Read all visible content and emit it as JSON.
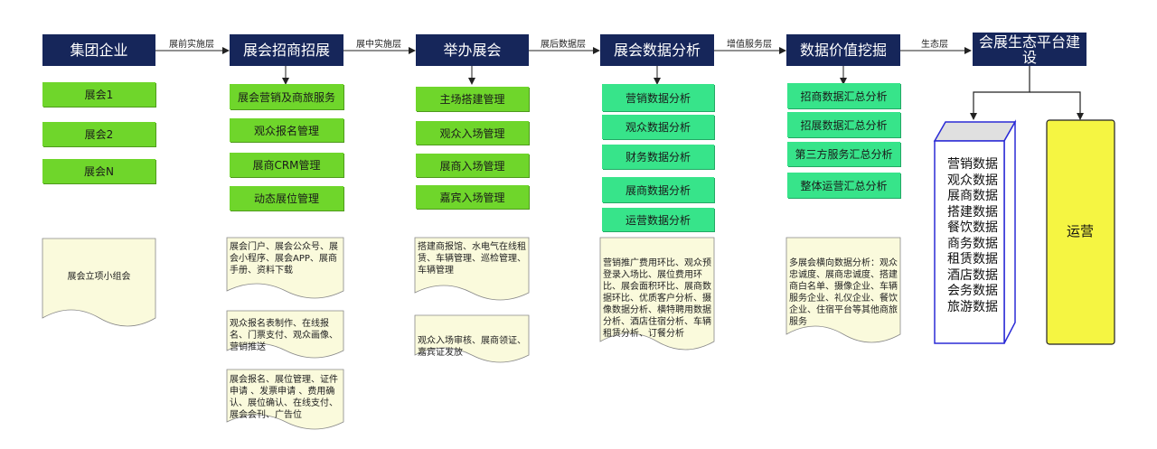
{
  "columns": [
    {
      "header": "集团企业",
      "items": [
        "展会1",
        "展会2",
        "展会N"
      ]
    },
    {
      "header": "展会招商招展",
      "items": [
        "展会营销及商旅服务",
        "观众报名管理",
        "展商CRM管理",
        "动态展位管理"
      ]
    },
    {
      "header": "举办展会",
      "items": [
        "主场搭建管理",
        "观众入场管理",
        "展商入场管理",
        "嘉宾入场管理"
      ]
    },
    {
      "header": "展会数据分析",
      "items": [
        "营销数据分析",
        "观众数据分析",
        "财务数据分析",
        "展商数据分析",
        "运营数据分析"
      ]
    },
    {
      "header": "数据价值挖掘",
      "items": [
        "招商数据汇总分析",
        "招展数据汇总分析",
        "第三方服务汇总分析",
        "整体运营汇总分析"
      ]
    },
    {
      "header": "会展生态平台建设"
    }
  ],
  "layers": [
    "展前实施层",
    "展中实施层",
    "展后数据层",
    "增值服务层",
    "生态层"
  ],
  "notes": {
    "group": "展会立项小组会",
    "bid1": "展会门户、展会公众号、展会小程序、展会APP、展商手册、资料下载",
    "bid2": "观众报名表制作、在线报名、门票支付、观众画像、营销推送",
    "bid3": "展会报名、展位管理、证件申请 、发票申请 、费用确认、展位确认、在线支付、展会会刊、广告位",
    "hold1": "搭建商报馆、水电气在线租赁、车辆管理、巡检管理、车辆管理",
    "hold2": "观众入场审核、展商领证、嘉宾证发放",
    "analysis": "营销推广费用环比、观众预登录入场比、展位费用环比、展会面积环比、展商数据环比、优质客户分析、摄像数据分析、横特聘用数据分析、酒店住宿分析、车辆租赁分析、订餐分析",
    "value": "多展会横向数据分析：观众忠诚度、展商忠诚度、搭建商白名单、摄像企业、车辆服务企业、礼仪企业、餐饮企业、住宿平台等其他商旅服务"
  },
  "ecosystem": {
    "data_items": [
      "营销数据",
      "观众数据",
      "展商数据",
      "搭建数据",
      "餐饮数据",
      "商务数据",
      "租赁数据",
      "酒店数据",
      "会务数据",
      "旅游数据"
    ],
    "operation": "运营"
  },
  "colors": {
    "header": "#16265a",
    "green": "#6fd62b",
    "mint": "#37e48a",
    "note": "#fafadc",
    "ops": "#f5f542",
    "box_border": "#2b2bd6"
  }
}
